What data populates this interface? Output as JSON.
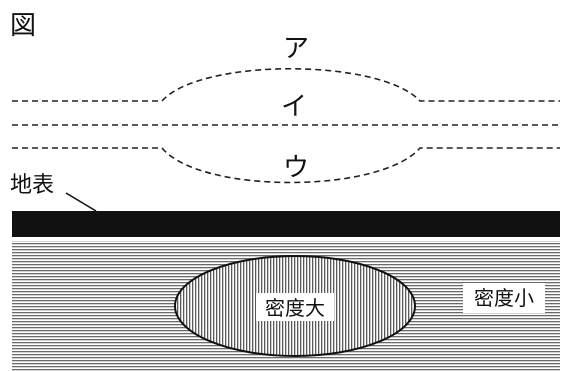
{
  "figure_label": "図",
  "lines": {
    "top": "ア",
    "middle": "イ",
    "bottom": "ウ"
  },
  "ground_label": "地表",
  "high_density_label": "密度大",
  "low_density_label": "密度小"
}
